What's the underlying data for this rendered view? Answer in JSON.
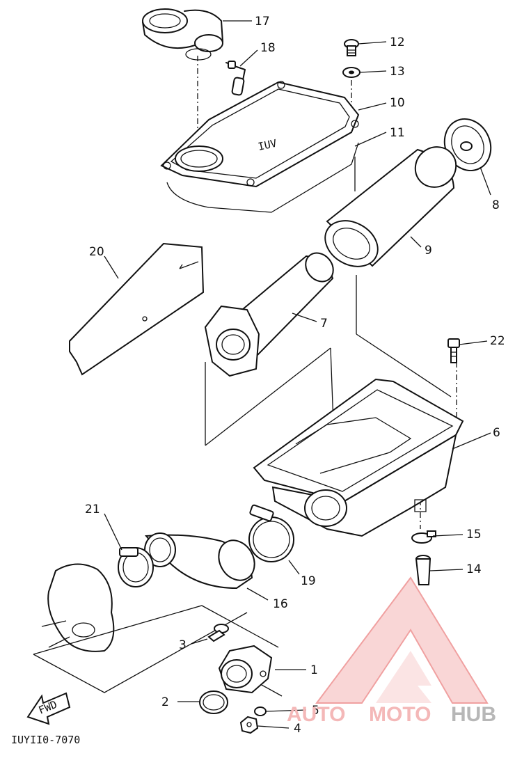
{
  "diagram": {
    "code": "IUYII0-7070",
    "fwd": "FWD",
    "part7_mark": "IUV",
    "parts": [
      {
        "id": "17",
        "label": "17"
      },
      {
        "id": "18",
        "label": "18"
      },
      {
        "id": "12",
        "label": "12"
      },
      {
        "id": "13",
        "label": "13"
      },
      {
        "id": "10",
        "label": "10"
      },
      {
        "id": "11",
        "label": "11"
      },
      {
        "id": "8",
        "label": "8"
      },
      {
        "id": "9",
        "label": "9"
      },
      {
        "id": "20",
        "label": "20"
      },
      {
        "id": "7",
        "label": "7"
      },
      {
        "id": "22",
        "label": "22"
      },
      {
        "id": "6",
        "label": "6"
      },
      {
        "id": "21",
        "label": "21"
      },
      {
        "id": "15",
        "label": "15"
      },
      {
        "id": "14",
        "label": "14"
      },
      {
        "id": "19",
        "label": "19"
      },
      {
        "id": "16",
        "label": "16"
      },
      {
        "id": "3",
        "label": "3"
      },
      {
        "id": "1",
        "label": "1"
      },
      {
        "id": "2",
        "label": "2"
      },
      {
        "id": "5",
        "label": "5"
      },
      {
        "id": "4",
        "label": "4"
      }
    ]
  },
  "watermark": {
    "auto": "AUTO",
    "moto": "MOTO",
    "hub": "HUB",
    "colors": {
      "accent": "#f4b8b8",
      "gray": "#b7b7b7"
    }
  }
}
